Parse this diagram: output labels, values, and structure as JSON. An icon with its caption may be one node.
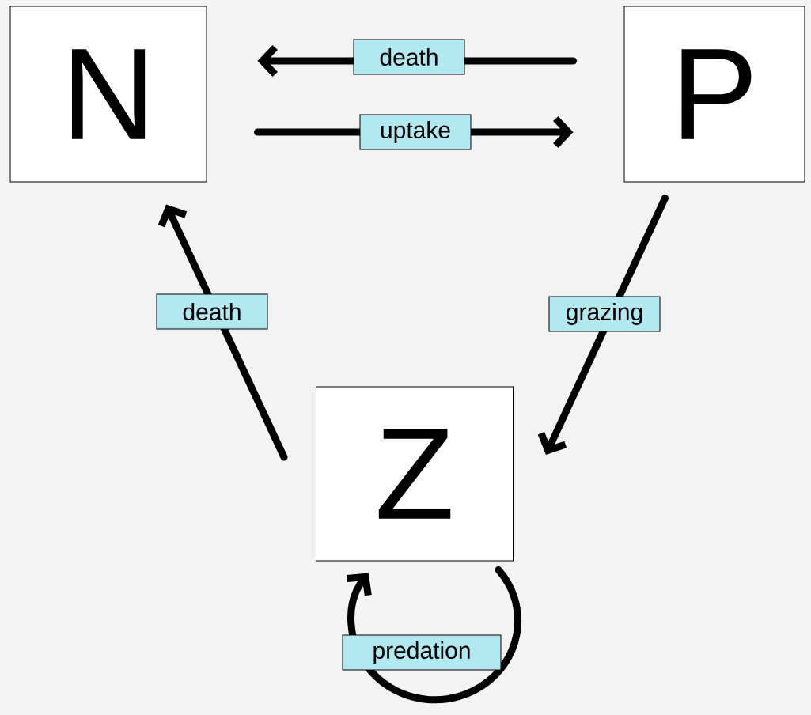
{
  "diagram": {
    "nodes": [
      {
        "text": [
          "N"
        ]
      },
      {
        "text": [
          "P"
        ]
      },
      {
        "text": [
          "Z"
        ]
      }
    ],
    "edges": [
      {
        "from": 1,
        "to": 0,
        "arrow": "to",
        "label": "death"
      },
      {
        "from": 0,
        "to": 1,
        "arrow": "to",
        "label": "uptake"
      },
      {
        "from": 2,
        "to": 0,
        "arrow": "to",
        "label": "death"
      },
      {
        "from": 1,
        "to": 2,
        "arrow": "to",
        "label": "grazing"
      },
      {
        "from": 2,
        "to": 2,
        "arrow": "to",
        "label": "predation"
      }
    ]
  }
}
